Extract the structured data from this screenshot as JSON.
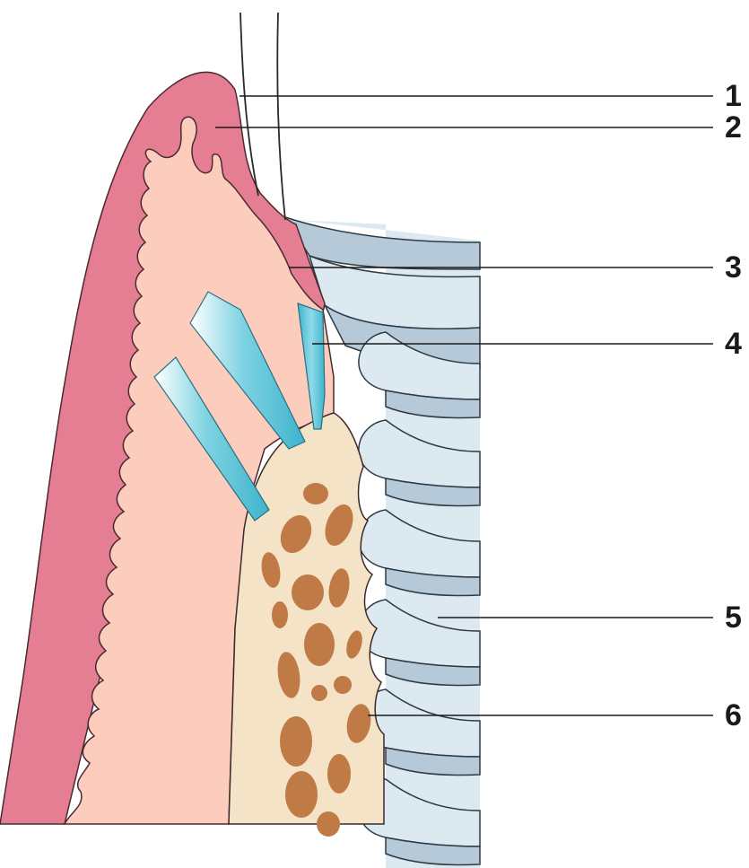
{
  "labels": [
    {
      "id": "1",
      "text": "1"
    },
    {
      "id": "2",
      "text": "2"
    },
    {
      "id": "3",
      "text": "3"
    },
    {
      "id": "4",
      "text": "4"
    },
    {
      "id": "5",
      "text": "5"
    },
    {
      "id": "6",
      "text": "6"
    }
  ],
  "colors": {
    "gingival_epithelium": "#e67e93",
    "connective_tissue": "#fccdbd",
    "bone": "#f5e3c7",
    "bone_marrow_spaces": "#c07a45",
    "fibers": "#4fbfd4",
    "implant_light": "#dde9f1",
    "implant_dark": "#b5c9d8",
    "leader_lines": "#1a1a1a"
  }
}
